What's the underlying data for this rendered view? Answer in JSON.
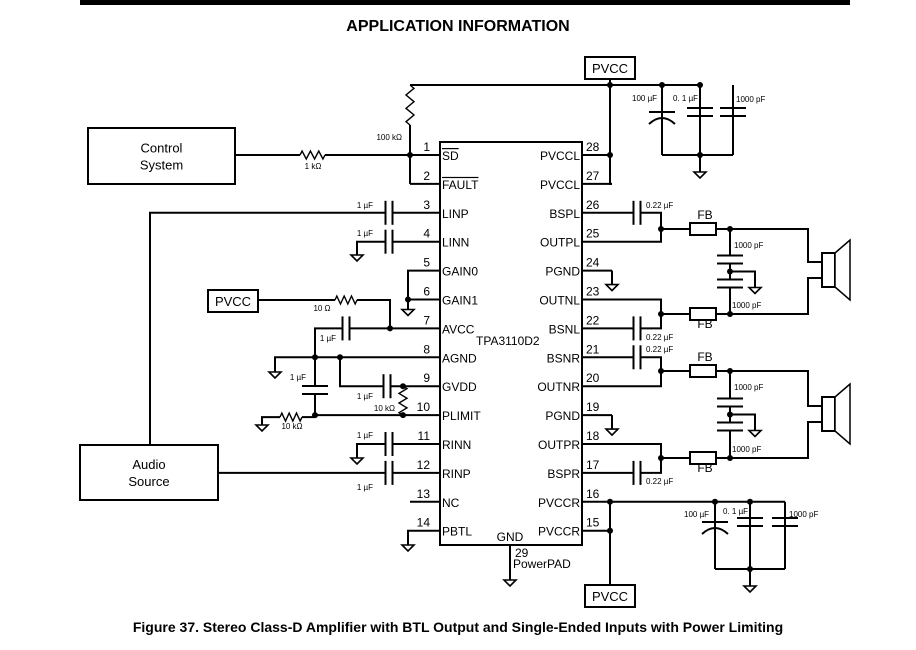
{
  "header": {
    "title": "APPLICATION INFORMATION"
  },
  "caption": "Figure 37.  Stereo Class-D Amplifier with BTL Output and Single-Ended Inputs with Power Limiting",
  "ic": {
    "name": "TPA3110D2",
    "gnd_label": "GND",
    "gnd_pin": "29",
    "powerpad_label": "PowerPAD",
    "left_pins": [
      {
        "num": "1",
        "name": "SD",
        "overbar": true
      },
      {
        "num": "2",
        "name": "FAULT",
        "overbar": true
      },
      {
        "num": "3",
        "name": "LINP"
      },
      {
        "num": "4",
        "name": "LINN"
      },
      {
        "num": "5",
        "name": "GAIN0"
      },
      {
        "num": "6",
        "name": "GAIN1"
      },
      {
        "num": "7",
        "name": "AVCC"
      },
      {
        "num": "8",
        "name": "AGND"
      },
      {
        "num": "9",
        "name": "GVDD"
      },
      {
        "num": "10",
        "name": "PLIMIT"
      },
      {
        "num": "11",
        "name": "RINN"
      },
      {
        "num": "12",
        "name": "RINP"
      },
      {
        "num": "13",
        "name": "NC"
      },
      {
        "num": "14",
        "name": "PBTL"
      }
    ],
    "right_pins": [
      {
        "num": "28",
        "name": "PVCCL"
      },
      {
        "num": "27",
        "name": "PVCCL"
      },
      {
        "num": "26",
        "name": "BSPL"
      },
      {
        "num": "25",
        "name": "OUTPL"
      },
      {
        "num": "24",
        "name": "PGND"
      },
      {
        "num": "23",
        "name": "OUTNL"
      },
      {
        "num": "22",
        "name": "BSNL"
      },
      {
        "num": "21",
        "name": "BSNR"
      },
      {
        "num": "20",
        "name": "OUTNR"
      },
      {
        "num": "19",
        "name": "PGND"
      },
      {
        "num": "18",
        "name": "OUTPR"
      },
      {
        "num": "17",
        "name": "BSPR"
      },
      {
        "num": "16",
        "name": "PVCCR"
      },
      {
        "num": "15",
        "name": "PVCCR"
      }
    ]
  },
  "blocks": {
    "control": [
      "Control",
      "System"
    ],
    "audio": [
      "Audio",
      "Source"
    ],
    "pvcc_top": "PVCC",
    "pvcc_left": "PVCC",
    "pvcc_bottom": "PVCC"
  },
  "components": {
    "r_pullup": "100 kΩ",
    "r_sd": "1 kΩ",
    "c_linp": "1 µF",
    "c_linn": "1 µF",
    "r_avcc": "10 Ω",
    "c_avcc": "1 µF",
    "c_agnd": "1 µF",
    "c_gvdd": "1 µF",
    "r_plimit_div": "10 kΩ",
    "r_plimit_gnd": "10 kΩ",
    "c_rinn": "1 µF",
    "c_rinp": "1 µF",
    "c_bs": "0.22 µF",
    "fb": "FB",
    "c_filter": "1000 pF",
    "c_bulk": "100 µF",
    "c_dec": "0. 1 µF",
    "c_hf": "1000 pF"
  }
}
